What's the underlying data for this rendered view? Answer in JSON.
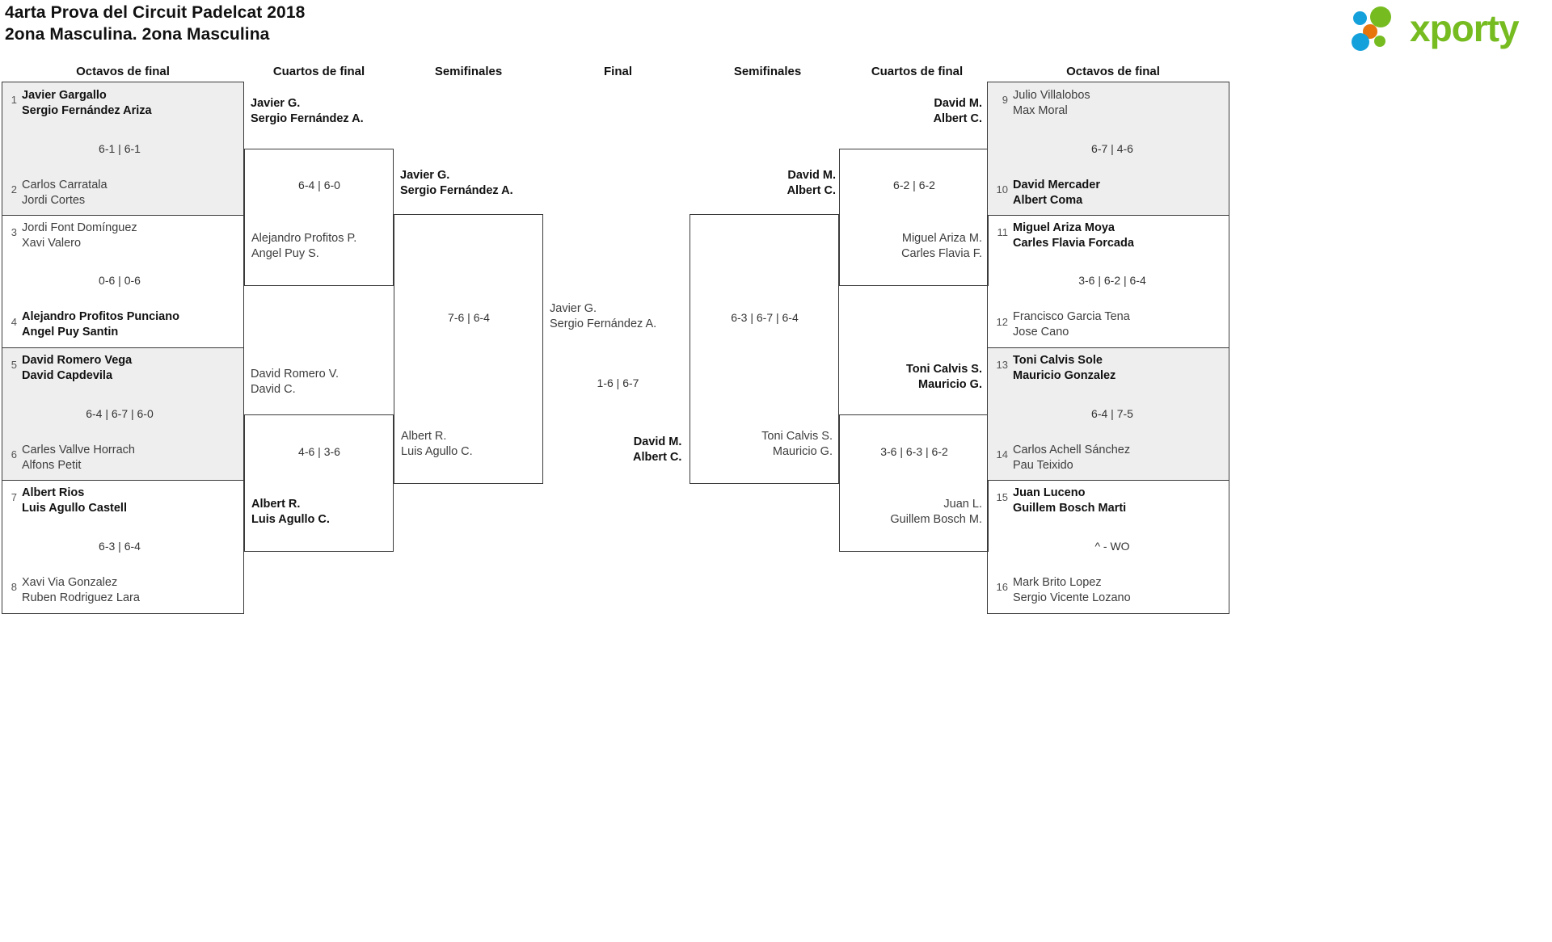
{
  "header": {
    "title_line1": "4arta Prova del Circuit Padelcat 2018",
    "title_line2": "2ona Masculina. 2ona Masculina",
    "logo_text": "xporty",
    "logo_colors": {
      "green": "#76bc21",
      "blue": "#13a0db",
      "orange": "#e8740c"
    }
  },
  "rounds": {
    "left_r16": "Octavos de final",
    "left_qf": "Cuartos de final",
    "left_sf": "Semifinales",
    "final": "Final",
    "right_sf": "Semifinales",
    "right_qf": "Cuartos de final",
    "right_r16": "Octavos de final"
  },
  "left": {
    "r16": [
      {
        "seed": "1",
        "l1": "Javier Gargallo",
        "l2": "Sergio Fernández Ariza",
        "winner": true
      },
      {
        "seed": "2",
        "l1": "Carlos Carratala",
        "l2": "Jordi Cortes",
        "winner": false
      },
      {
        "seed": "3",
        "l1": "Jordi Font Domínguez",
        "l2": "Xavi Valero",
        "winner": false
      },
      {
        "seed": "4",
        "l1": "Alejandro Profitos Punciano",
        "l2": "Angel Puy Santin",
        "winner": true
      },
      {
        "seed": "5",
        "l1": "David Romero Vega",
        "l2": "David Capdevila",
        "winner": true
      },
      {
        "seed": "6",
        "l1": "Carles Vallve Horrach",
        "l2": "Alfons Petit",
        "winner": false
      },
      {
        "seed": "7",
        "l1": "Albert Rios",
        "l2": "Luis Agullo Castell",
        "winner": true
      },
      {
        "seed": "8",
        "l1": "Xavi Via Gonzalez",
        "l2": "Ruben Rodriguez Lara",
        "winner": false
      }
    ],
    "r16_scores": [
      "6-1 | 6-1",
      "0-6 | 0-6",
      "6-4 | 6-7 | 6-0",
      "6-3 | 6-4"
    ],
    "qf": [
      {
        "l1": "Javier G.",
        "l2": "Sergio Fernández A.",
        "winner": true
      },
      {
        "l1": "Alejandro Profitos P.",
        "l2": "Angel Puy S.",
        "winner": false
      },
      {
        "l1": "David Romero V.",
        "l2": "David C.",
        "winner": false
      },
      {
        "l1": "Albert R.",
        "l2": "Luis Agullo C.",
        "winner": true
      }
    ],
    "qf_scores": [
      "6-4 | 6-0",
      "4-6 | 3-6"
    ],
    "sf": [
      {
        "l1": "Javier G.",
        "l2": "Sergio Fernández A.",
        "winner": true
      },
      {
        "l1": "Albert R.",
        "l2": "Luis Agullo C.",
        "winner": false
      }
    ],
    "sf_scores": [
      "7-6 | 6-4"
    ]
  },
  "final": {
    "top": {
      "l1": "Javier G.",
      "l2": "Sergio Fernández A.",
      "winner": false
    },
    "bottom": {
      "l1": "David M.",
      "l2": "Albert C.",
      "winner": true
    },
    "score": "1-6 | 6-7"
  },
  "right": {
    "sf": [
      {
        "l1": "David M.",
        "l2": "Albert C.",
        "winner": true
      },
      {
        "l1": "Toni Calvis S.",
        "l2": "Mauricio G.",
        "winner": false
      }
    ],
    "sf_scores": [
      "6-3 | 6-7 | 6-4"
    ],
    "qf": [
      {
        "l1": "David M.",
        "l2": "Albert C.",
        "winner": true
      },
      {
        "l1": "Miguel Ariza M.",
        "l2": "Carles Flavia F.",
        "winner": false
      },
      {
        "l1": "Toni Calvis S.",
        "l2": "Mauricio G.",
        "winner": true
      },
      {
        "l1": "Juan L.",
        "l2": "Guillem Bosch M.",
        "winner": false
      }
    ],
    "qf_scores": [
      "6-2 | 6-2",
      "3-6 | 6-3 | 6-2"
    ],
    "r16": [
      {
        "seed": "9",
        "l1": "Julio Villalobos",
        "l2": "Max Moral",
        "winner": false
      },
      {
        "seed": "10",
        "l1": "David Mercader",
        "l2": "Albert Coma",
        "winner": true
      },
      {
        "seed": "11",
        "l1": "Miguel Ariza Moya",
        "l2": "Carles Flavia Forcada",
        "winner": true
      },
      {
        "seed": "12",
        "l1": "Francisco Garcia Tena",
        "l2": "Jose Cano",
        "winner": false
      },
      {
        "seed": "13",
        "l1": "Toni Calvis Sole",
        "l2": "Mauricio Gonzalez",
        "winner": true
      },
      {
        "seed": "14",
        "l1": "Carlos Achell Sánchez",
        "l2": "Pau Teixido",
        "winner": false
      },
      {
        "seed": "15",
        "l1": "Juan Luceno",
        "l2": "Guillem Bosch Marti",
        "winner": true
      },
      {
        "seed": "16",
        "l1": "Mark Brito Lopez",
        "l2": "Sergio Vicente Lozano",
        "winner": false
      }
    ],
    "r16_scores": [
      "6-7 | 4-6",
      "3-6 | 6-2 | 6-4",
      "6-4 | 7-5",
      "^ - WO"
    ]
  }
}
